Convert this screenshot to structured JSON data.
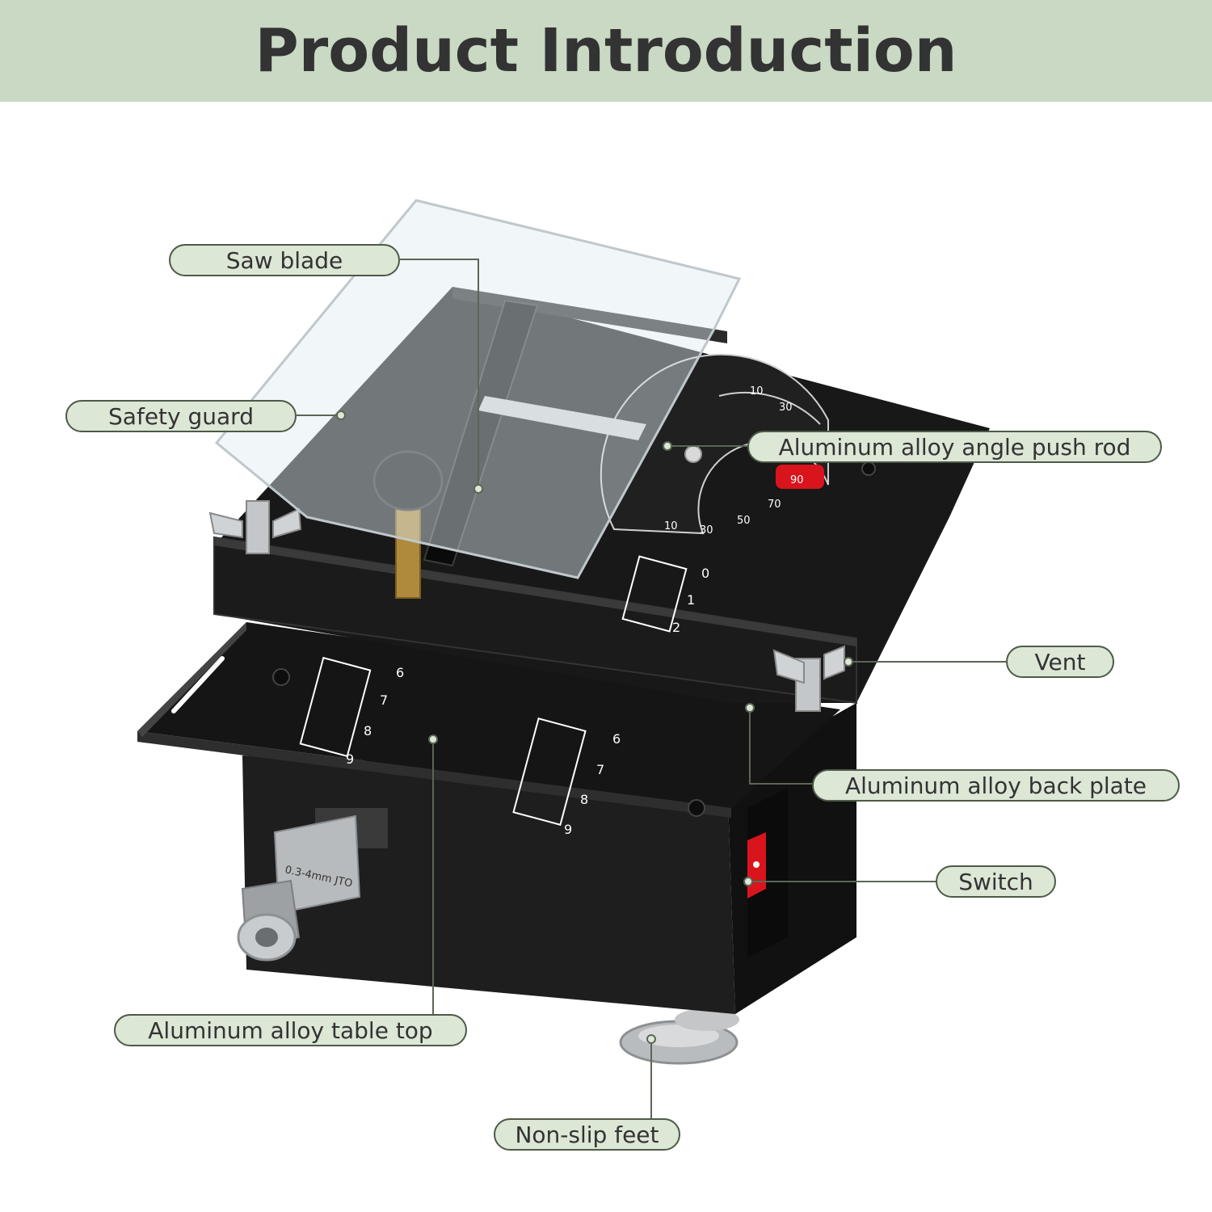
{
  "header": {
    "title": "Product Introduction"
  },
  "colors": {
    "banner": "#c9d9c3",
    "callout_fill": "#dce7d6",
    "callout_border": "#4d5a48",
    "product_body": "#141414",
    "accent_red": "#d9141c"
  },
  "callouts": {
    "saw_blade": "Saw blade",
    "safety_guard": "Safety guard",
    "angle_push_rod": "Aluminum alloy angle push rod",
    "vent": "Vent",
    "back_plate": "Aluminum alloy back plate",
    "switch": "Switch",
    "table_top": "Aluminum alloy table top",
    "non_slip_feet": "Non-slip feet"
  },
  "product": {
    "chuck_marking": "0.3-4mm JTO",
    "protractor_top_ticks": [
      "10",
      "30"
    ],
    "protractor_bottom_ticks": [
      "10",
      "30",
      "50",
      "70",
      "90"
    ],
    "rear_scale_ticks": [
      "0",
      "1",
      "2"
    ],
    "front_scale_ticks": [
      "6",
      "7",
      "8",
      "9"
    ]
  }
}
